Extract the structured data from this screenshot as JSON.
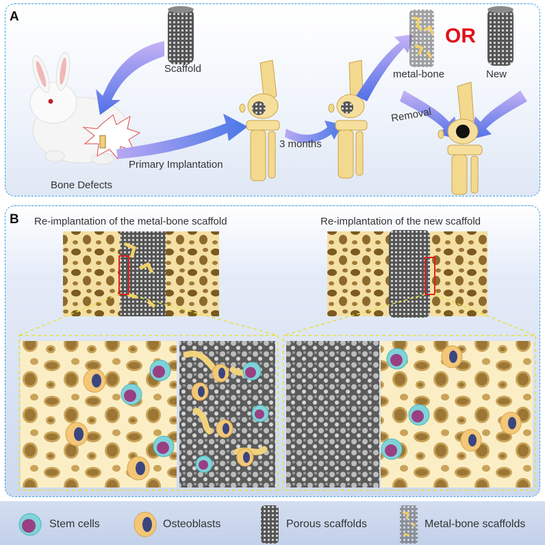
{
  "panel_a": {
    "letter": "A",
    "labels": {
      "scaffold": "Scaffold",
      "primary_implantation": "Primary Implantation",
      "bone_defects": "Bone Defects",
      "three_months": "3 months",
      "metal_bone": "metal-bone",
      "or": "OR",
      "new": "New",
      "removal": "Removal"
    }
  },
  "panel_b": {
    "letter": "B",
    "titles": {
      "left": "Re-implantation of the metal-bone scaffold",
      "right": "Re-implantation of the new scaffold"
    }
  },
  "legend": {
    "stem_cells": "Stem cells",
    "osteoblasts": "Osteoblasts",
    "porous_scaffolds": "Porous scaffolds",
    "metal_bone_scaffolds": "Metal-bone scaffolds"
  },
  "colors": {
    "bone_light": "#f7e6b4",
    "bone_dark": "#8a6a2a",
    "stem_cell_ring": "#7fd3d8",
    "stem_cell_core": "#9a3f84",
    "osteoblast": "#f3c777",
    "osteoblast_core": "#3a4680",
    "arrow": "#6f7fe8",
    "or_text": "#e0101a"
  }
}
